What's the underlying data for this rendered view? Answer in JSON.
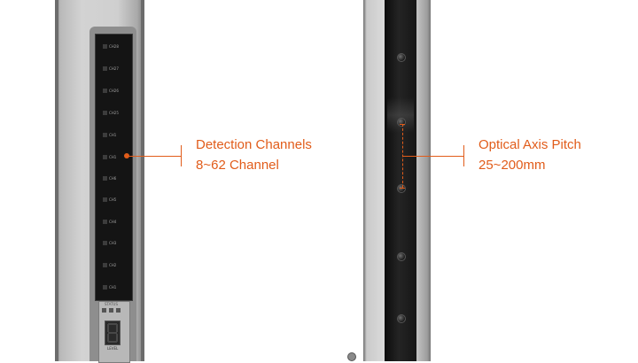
{
  "left_sensor": {
    "channel_labels": [
      "CH28",
      "CH27",
      "CH26",
      "CH25",
      "CH1",
      "CH1",
      "CH6",
      "CH5",
      "CH4",
      "CH3",
      "CH2",
      "CH1"
    ],
    "status_label": "STATUS",
    "level_label": "LEVEL"
  },
  "callouts": {
    "detection": {
      "title": "Detection Channels",
      "value": "8~62 Channel"
    },
    "optical": {
      "title": "Optical Axis Pitch",
      "value": "25~200mm"
    }
  },
  "colors": {
    "accent": "#e15c1a",
    "housing": "#c9c9c9",
    "window": "#141414"
  }
}
